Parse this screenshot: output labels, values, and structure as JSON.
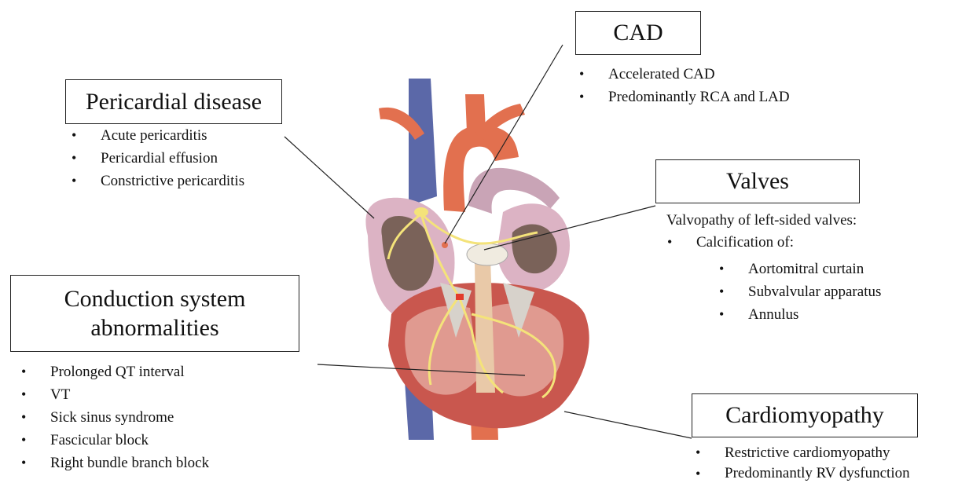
{
  "cad": {
    "title": "CAD",
    "items": [
      "Accelerated CAD",
      "Predominantly RCA and LAD"
    ]
  },
  "pericardial": {
    "title": "Pericardial disease",
    "items": [
      "Acute pericarditis",
      "Pericardial effusion",
      "Constrictive pericarditis"
    ]
  },
  "valves": {
    "title": "Valves",
    "intro": "Valvopathy of left-sided valves:",
    "level1": [
      "Calcification of:"
    ],
    "level2": [
      "Aortomitral curtain",
      "Subvalvular apparatus",
      "Annulus"
    ]
  },
  "conduction": {
    "title_line1": "Conduction system",
    "title_line2": "abnormalities",
    "items": [
      "Prolonged QT interval",
      "VT",
      "Sick sinus syndrome",
      "Fascicular block",
      "Right bundle branch block"
    ]
  },
  "cardiomyopathy": {
    "title": "Cardiomyopathy",
    "items": [
      "Restrictive cardiomyopathy",
      "Predominantly RV dysfunction"
    ]
  },
  "colors": {
    "vena_cava": "#5b68a8",
    "aorta": "#e2704f",
    "pericardium": "#dcb3c4",
    "myocardium": "#c9574e",
    "myocardium_light": "#e09a90",
    "chamber": "#7a6259",
    "conduction": "#f4e37a",
    "valve": "#f0ebe0"
  }
}
